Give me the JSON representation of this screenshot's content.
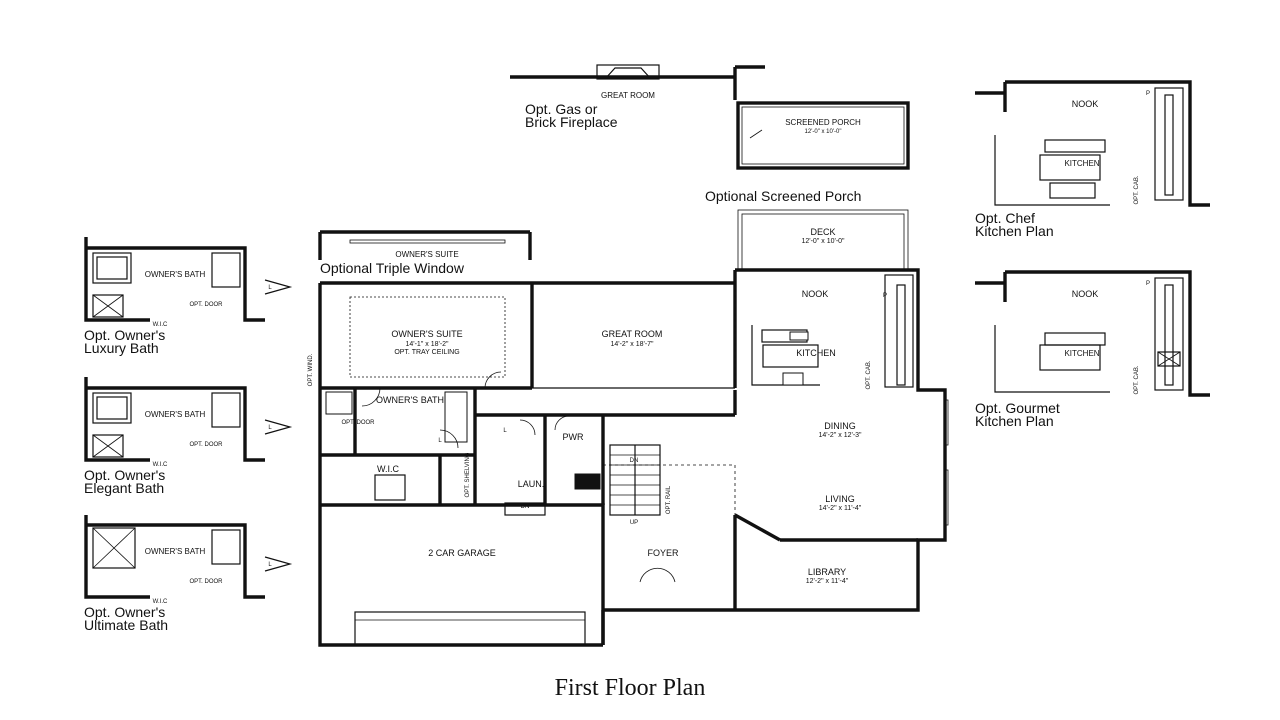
{
  "title": "First Floor Plan",
  "rooms": {
    "owners_suite": {
      "name": "OWNER'S SUITE",
      "dim": "14'-1\" x 18'-2\"",
      "note": "OPT. TRAY CEILING"
    },
    "great_room": {
      "name": "GREAT ROOM",
      "dim": "14'-2\" x 18'-7\""
    },
    "nook": {
      "name": "NOOK"
    },
    "kitchen": {
      "name": "KITCHEN"
    },
    "deck": {
      "name": "DECK",
      "dim": "12'-0\" x 10'-0\""
    },
    "dining": {
      "name": "DINING",
      "dim": "14'-2\" x 12'-3\""
    },
    "living": {
      "name": "LIVING",
      "dim": "14'-2\" x 11'-4\""
    },
    "library": {
      "name": "LIBRARY",
      "dim": "12'-2\" x 11'-4\""
    },
    "foyer": {
      "name": "FOYER"
    },
    "garage": {
      "name": "2 CAR GARAGE"
    },
    "owners_bath": {
      "name": "OWNER'S BATH"
    },
    "wic": {
      "name": "W.I.C"
    },
    "powder": {
      "name": "PWR"
    },
    "laundry": {
      "name": "LAUN."
    },
    "opt_door": {
      "name": "OPT. DOOR"
    },
    "opt_wind": {
      "name": "OPT. WIND."
    },
    "opt_shelving": {
      "name": "OPT. SHELVING"
    },
    "opt_cabinet": {
      "name": "OPT. CAB."
    },
    "opt_rail": {
      "name": "OPT. RAIL"
    },
    "stair_dn": {
      "name": "DN"
    },
    "stair_up": {
      "name": "UP"
    },
    "pantry": {
      "name": "P"
    },
    "linen": {
      "name": "L"
    }
  },
  "options": {
    "fireplace": {
      "room": "GREAT ROOM",
      "label_line1": "Opt. Gas or",
      "label_line2": "Brick Fireplace"
    },
    "screened_porch": {
      "name": "SCREENED PORCH",
      "dim": "12'-0\" x 10'-0\"",
      "label": "Optional Screened Porch"
    },
    "triple_window": {
      "room": "OWNER'S SUITE",
      "label": "Optional Triple Window"
    },
    "luxury_bath": {
      "bath": "OWNER'S BATH",
      "label_line1": "Opt. Owner's",
      "label_line2": "Luxury Bath"
    },
    "elegant_bath": {
      "bath": "OWNER'S BATH",
      "label_line1": "Opt. Owner's",
      "label_line2": "Elegant Bath"
    },
    "ultimate_bath": {
      "bath": "OWNER'S BATH",
      "label_line1": "Opt. Owner's",
      "label_line2": "Ultimate Bath"
    },
    "chef_kitchen": {
      "nook": "NOOK",
      "kitchen": "KITCHEN",
      "label_line1": "Opt. Chef",
      "label_line2": "Kitchen Plan"
    },
    "gourmet_kitchen": {
      "nook": "NOOK",
      "kitchen": "KITCHEN",
      "label_line1": "Opt. Gourmet",
      "label_line2": "Kitchen Plan"
    }
  }
}
